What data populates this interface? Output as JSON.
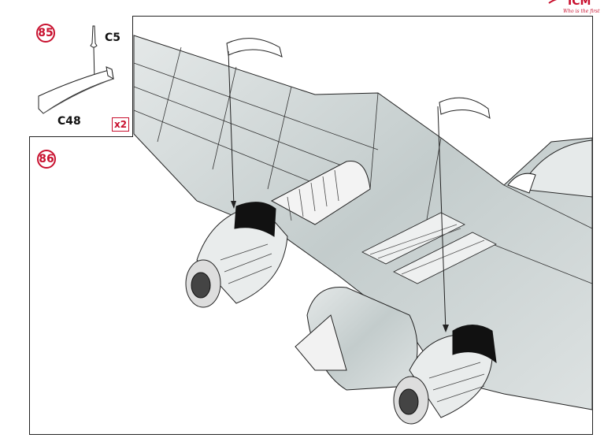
{
  "brand": {
    "logo_text": "ICM",
    "tagline": "Who is the first",
    "color": "#c8102e"
  },
  "steps": [
    {
      "number": "85",
      "parts": [
        "C5",
        "C48"
      ],
      "quantity": "x2"
    },
    {
      "number": "86"
    }
  ],
  "colors": {
    "step_accent": "#c8102e",
    "panel_fill": "#cfd6d6",
    "line": "#222222"
  }
}
